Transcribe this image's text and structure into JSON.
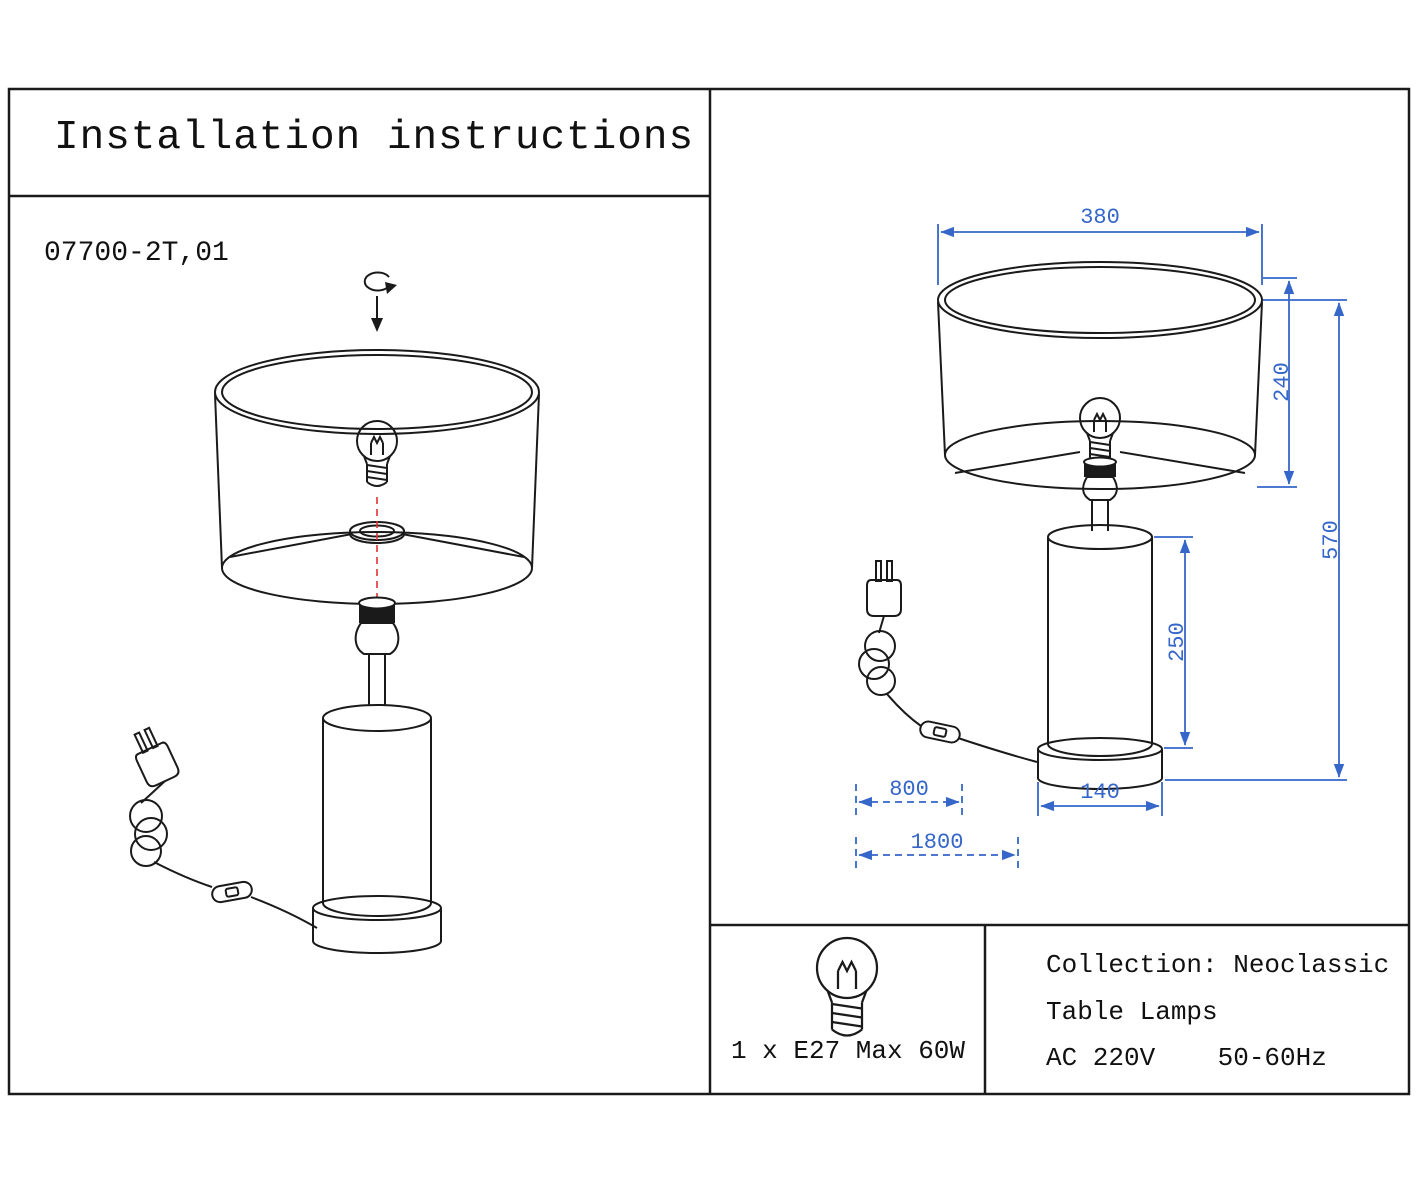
{
  "title": "Installation instructions",
  "model": "07700-2T,01",
  "dimensions": {
    "shade_diameter": "380",
    "shade_height": "240",
    "total_height": "570",
    "body_height": "250",
    "base_diameter": "140",
    "switch_distance": "800",
    "cord_length": "1800"
  },
  "specs": {
    "lamp": "1 x E27 Max 60W",
    "collection": "Collection: Neoclassic",
    "type": "Table Lamps",
    "power": "AC 220V    50-60Hz"
  },
  "colors": {
    "line": "#1a1a1a",
    "dimension": "#3566c9",
    "alignment": "#e03131"
  }
}
